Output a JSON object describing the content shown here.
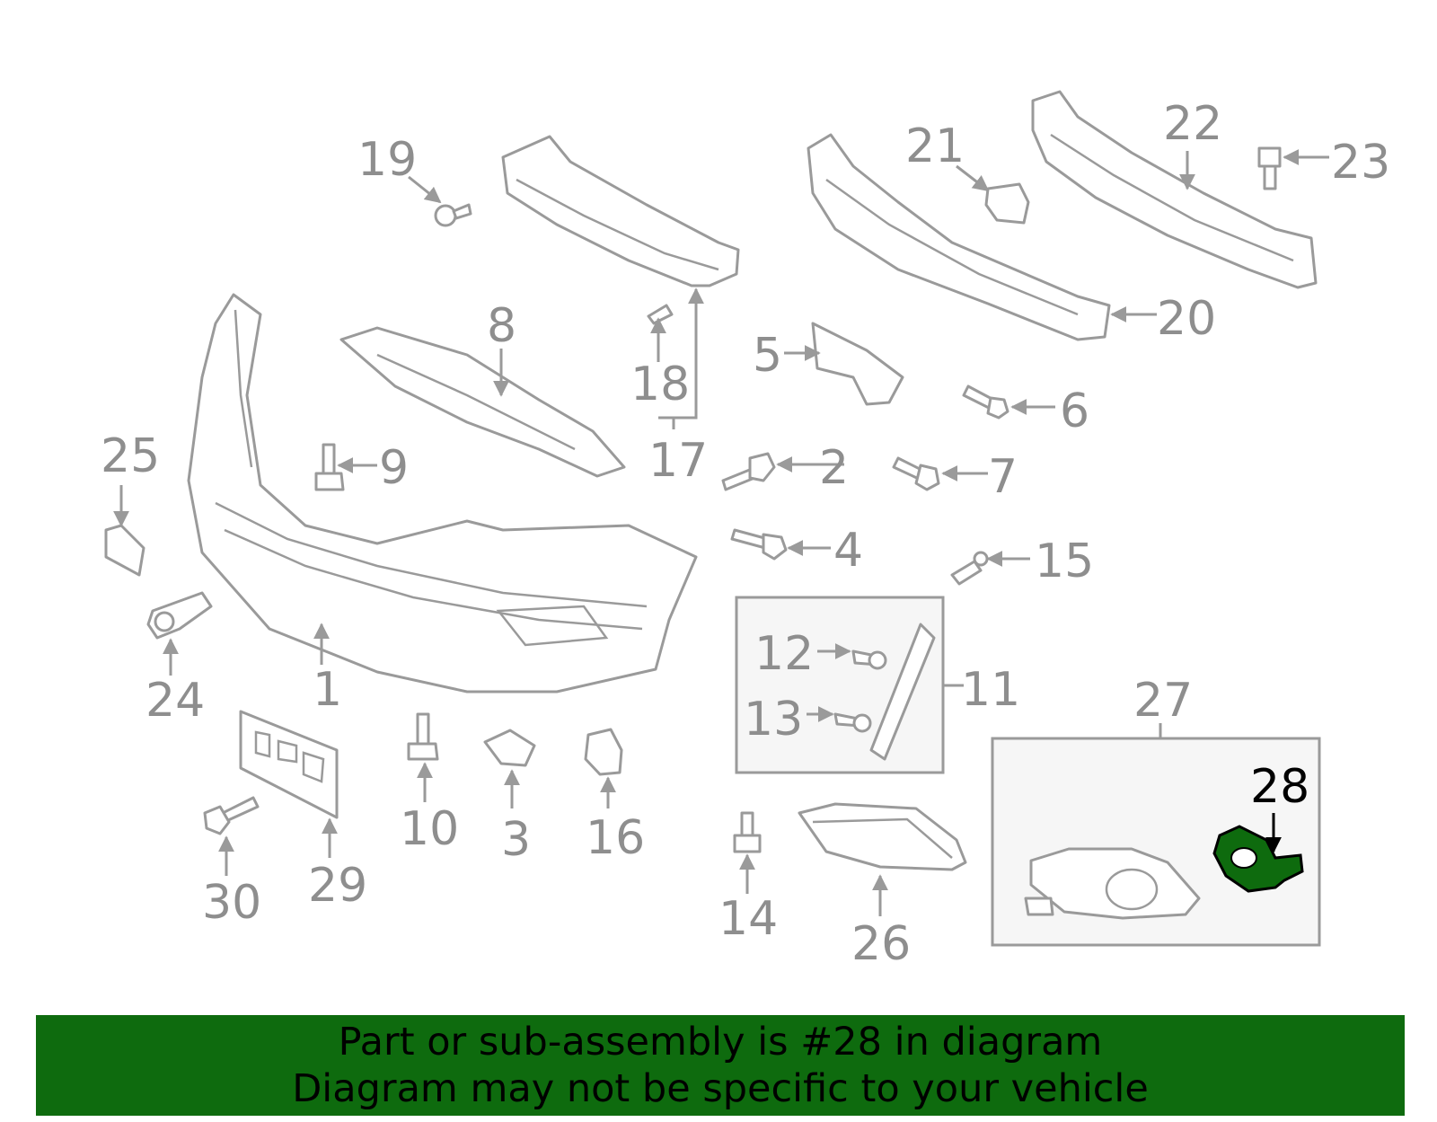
{
  "diagram": {
    "highlight_label": "28",
    "highlight_color": "#0e6b0e",
    "labels": [
      "1",
      "2",
      "3",
      "4",
      "5",
      "6",
      "7",
      "8",
      "9",
      "10",
      "11",
      "12",
      "13",
      "14",
      "15",
      "16",
      "17",
      "18",
      "19",
      "20",
      "21",
      "22",
      "23",
      "24",
      "25",
      "26",
      "27",
      "29",
      "30"
    ]
  },
  "banner": {
    "line1": "Part or sub-assembly is #28 in diagram",
    "line2": "Diagram may not be specific to your vehicle",
    "background": "#0e6b0e"
  }
}
